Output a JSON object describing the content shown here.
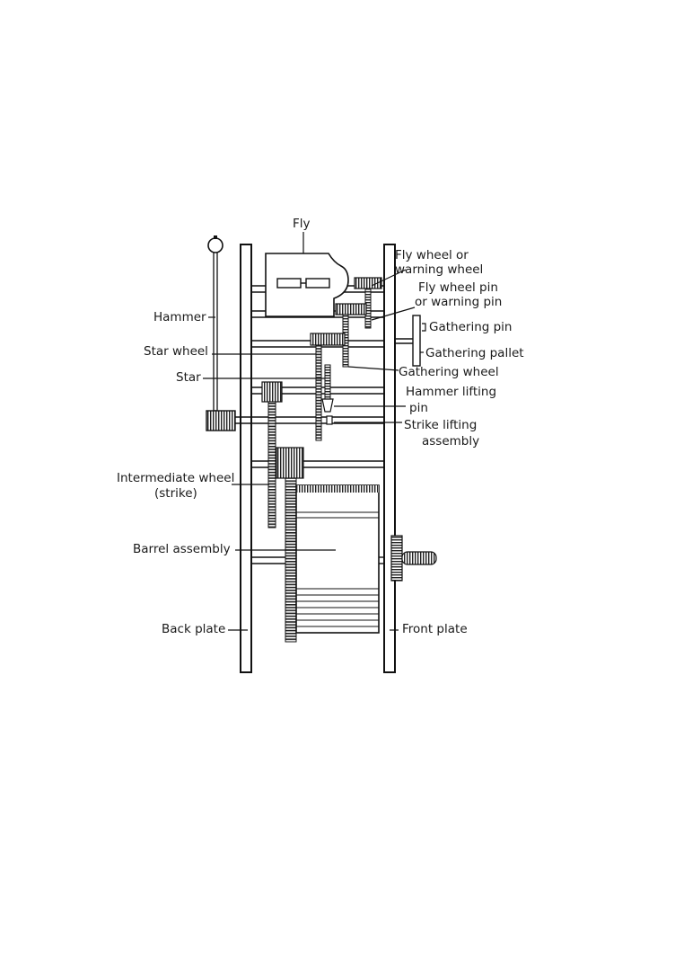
{
  "diagram": {
    "labels": {
      "fly": "Fly",
      "fly_wheel_l1": "Fly wheel or",
      "fly_wheel_l2": "warning wheel",
      "fly_wheel_pin_l1": "Fly wheel pin",
      "fly_wheel_pin_l2": "or warning pin",
      "gathering_pin": "Gathering pin",
      "gathering_pallet": "Gathering pallet",
      "gathering_wheel": "Gathering wheel",
      "hammer_lifting_l1": "Hammer lifting",
      "hammer_lifting_l2": "pin",
      "strike_lifting_l1": "Strike lifting",
      "strike_lifting_l2": "assembly",
      "hammer": "Hammer",
      "star_wheel": "Star wheel",
      "star": "Star",
      "intermediate_l1": "Intermediate wheel",
      "intermediate_l2": "(strike)",
      "barrel": "Barrel assembly",
      "back_plate": "Back plate",
      "front_plate": "Front plate"
    }
  }
}
